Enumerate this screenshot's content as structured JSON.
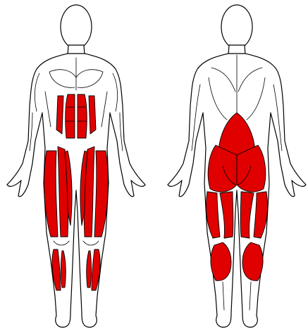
{
  "figure": {
    "views": [
      {
        "view": "front",
        "highlighted": [
          "rectus-abdominis",
          "quadriceps",
          "tibialis-anterior"
        ]
      },
      {
        "view": "back",
        "highlighted": [
          "erector-spinae-lower-back",
          "gluteus",
          "hamstrings",
          "calves"
        ]
      }
    ],
    "colors": {
      "highlight": "#e00000",
      "outline": "#000000",
      "body_fill": "#ffffff",
      "background": "#ffffff"
    }
  }
}
